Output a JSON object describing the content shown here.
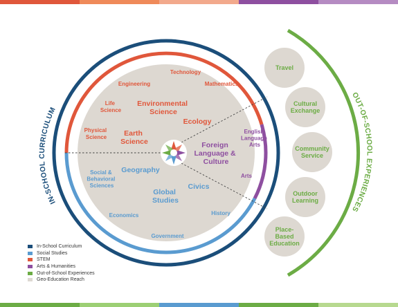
{
  "colors": {
    "in_school": "#1b4e7a",
    "social_studies": "#5a9bd0",
    "stem": "#e0573b",
    "arts": "#8e4fa0",
    "out_of_school": "#6cac45",
    "reach": "#ddd8d1",
    "top_bar": [
      "#e0573b",
      "#ef8a5a",
      "#f2a98c",
      "#8e4fa0",
      "#b58bc2"
    ],
    "bottom_bar": [
      "#6cac45",
      "#9ccf74",
      "#5a9bd0",
      "#6cac45",
      "#b7d98f"
    ]
  },
  "arc_labels": {
    "in_school": "IN-SCHOOL CURRICULUM",
    "out_of_school": "OUT-OF-SCHOOL EXPERIENCES"
  },
  "stem_terms": {
    "technology": "Technology",
    "engineering": "Engineering",
    "mathematics": "Mathematics",
    "life_science": [
      "Life",
      "Science"
    ],
    "environmental_science": [
      "Environmental",
      "Science"
    ],
    "ecology": "Ecology",
    "physical_science": [
      "Physical",
      "Science"
    ],
    "earth_science": [
      "Earth",
      "Science"
    ]
  },
  "arts_terms": {
    "english_language_arts": [
      "English",
      "Language",
      "Arts"
    ],
    "foreign_language_culture": [
      "Foreign",
      "Language &",
      "Culture"
    ],
    "arts": "Arts"
  },
  "social_terms": {
    "social_behavioral_sciences": [
      "Social &",
      "Behavioral",
      "Sciences"
    ],
    "geography": "Geography",
    "global_studies": [
      "Global",
      "Studies"
    ],
    "civics": "Civics",
    "economics": "Economics",
    "history": "History",
    "government": "Government"
  },
  "experiences": [
    {
      "lines": [
        "Travel"
      ]
    },
    {
      "lines": [
        "Cultural",
        "Exchange"
      ]
    },
    {
      "lines": [
        "Community",
        "Service"
      ]
    },
    {
      "lines": [
        "Outdoor",
        "Learning"
      ]
    },
    {
      "lines": [
        "Place-",
        "Based",
        "Education"
      ]
    }
  ],
  "legend": [
    {
      "label": "In-School Curriculum",
      "color": "#1b4e7a"
    },
    {
      "label": "Social Studies",
      "color": "#5a9bd0"
    },
    {
      "label": "STEM",
      "color": "#e0573b"
    },
    {
      "label": "Arts & Humanities",
      "color": "#8e4fa0"
    },
    {
      "label": "Out-of-School Experiences",
      "color": "#6cac45"
    },
    {
      "label": "Geo-Education Reach",
      "color": "#ddd8d1"
    }
  ]
}
